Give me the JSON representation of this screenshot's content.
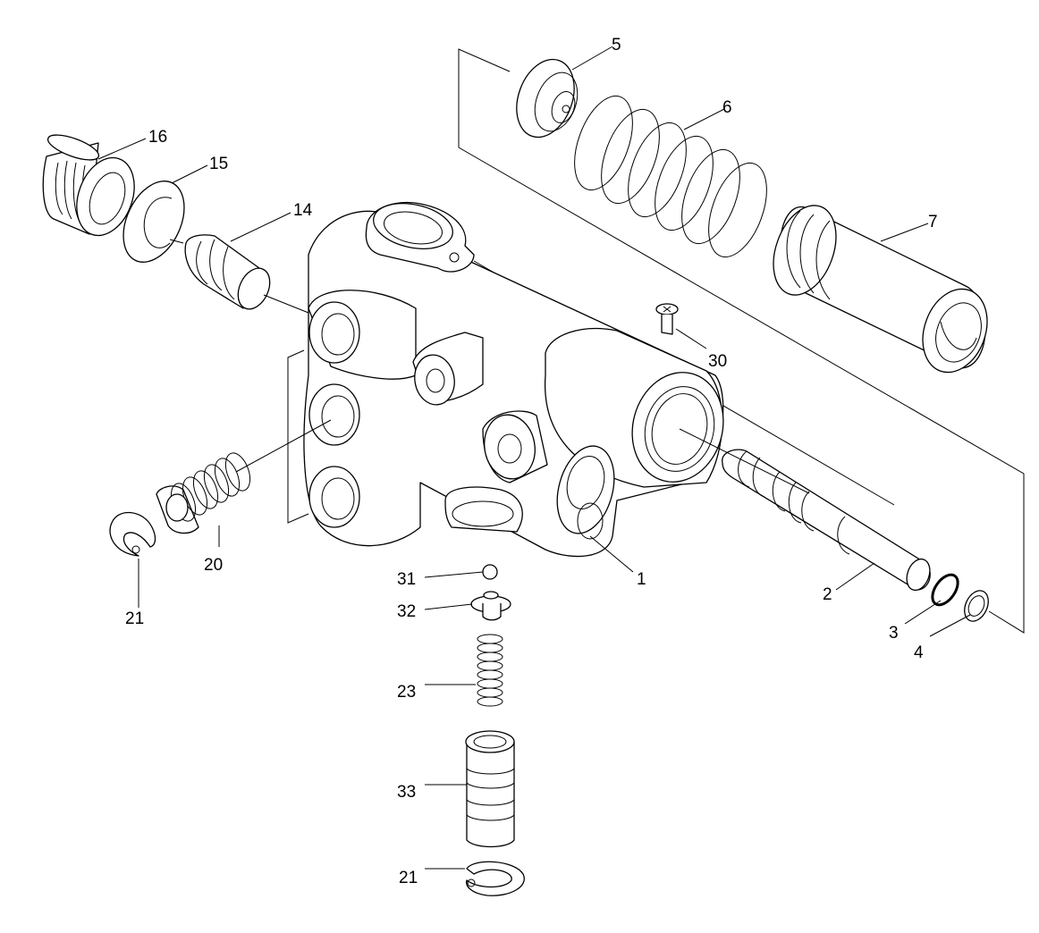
{
  "parts": [
    {
      "id": "p1",
      "label": "1"
    },
    {
      "id": "p2",
      "label": "2"
    },
    {
      "id": "p3",
      "label": "3"
    },
    {
      "id": "p4",
      "label": "4"
    },
    {
      "id": "p5",
      "label": "5"
    },
    {
      "id": "p6",
      "label": "6"
    },
    {
      "id": "p7",
      "label": "7"
    },
    {
      "id": "p14",
      "label": "14"
    },
    {
      "id": "p15",
      "label": "15"
    },
    {
      "id": "p16",
      "label": "16"
    },
    {
      "id": "p20",
      "label": "20"
    },
    {
      "id": "p21a",
      "label": "21"
    },
    {
      "id": "p21b",
      "label": "21"
    },
    {
      "id": "p23",
      "label": "23"
    },
    {
      "id": "p30",
      "label": "30"
    },
    {
      "id": "p31",
      "label": "31"
    },
    {
      "id": "p32",
      "label": "32"
    },
    {
      "id": "p33",
      "label": "33"
    }
  ]
}
